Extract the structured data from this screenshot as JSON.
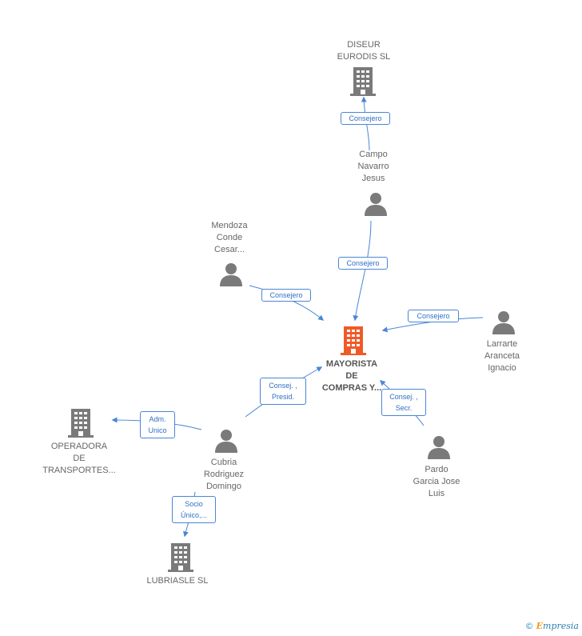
{
  "nodes": {
    "diseur": {
      "label": [
        "DISEUR",
        "EURODIS SL"
      ],
      "type": "company"
    },
    "campo": {
      "label": [
        "Campo",
        "Navarro",
        "Jesus"
      ],
      "type": "person"
    },
    "mendoza": {
      "label": [
        "Mendoza",
        "Conde",
        "Cesar..."
      ],
      "type": "person"
    },
    "mayorista": {
      "label": [
        "MAYORISTA",
        "DE",
        "COMPRAS Y..."
      ],
      "type": "company-main"
    },
    "larrarte": {
      "label": [
        "Larrarte",
        "Aranceta",
        "Ignacio"
      ],
      "type": "person"
    },
    "operadora": {
      "label": [
        "OPERADORA",
        "DE",
        "TRANSPORTES..."
      ],
      "type": "company"
    },
    "cubria": {
      "label": [
        "Cubria",
        "Rodriguez",
        "Domingo"
      ],
      "type": "person"
    },
    "pardo": {
      "label": [
        "Pardo",
        "Garcia Jose",
        "Luis"
      ],
      "type": "person"
    },
    "lubriasle": {
      "label": [
        "LUBRIASLE SL"
      ],
      "type": "company"
    }
  },
  "edges": {
    "campo_diseur": [
      "Consejero"
    ],
    "campo_mayorista": [
      "Consejero"
    ],
    "mendoza_mayorista": [
      "Consejero"
    ],
    "larrarte_mayorista": [
      "Consejero"
    ],
    "cubria_mayorista": [
      "Consej. ,",
      "Presid."
    ],
    "pardo_mayorista": [
      "Consej. ,",
      "Secr."
    ],
    "cubria_operadora": [
      "Adm.",
      "Unico"
    ],
    "cubria_lubriasle": [
      "Socio",
      "Único,..."
    ]
  },
  "colors": {
    "edge": "#4a86d6",
    "icon": "#7a7a7a",
    "main_icon": "#f05a28"
  },
  "brand": {
    "symbol": "©",
    "initial": "E",
    "rest": "mpresia"
  }
}
